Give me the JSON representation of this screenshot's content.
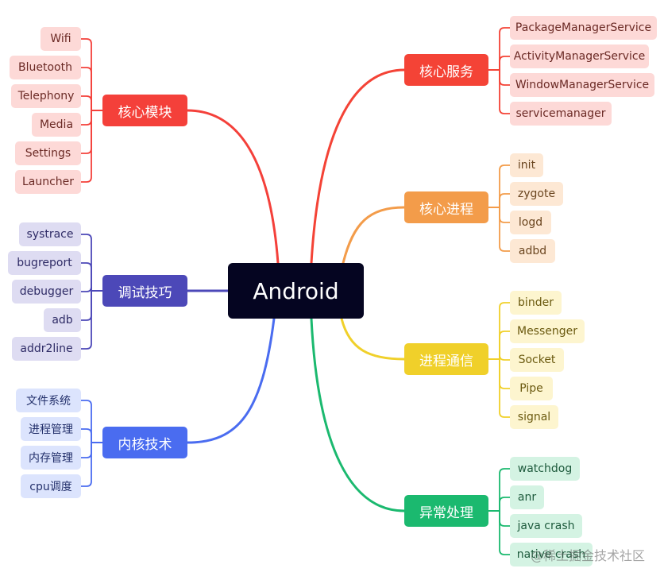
{
  "root": {
    "label": "Android"
  },
  "branches": [
    {
      "key": "core-services",
      "label": "核心服务",
      "color": "#f44336",
      "leaf_bg": "#fdd9d7",
      "leaf_text": "#6b2a25",
      "leaves": [
        "PackageManagerService",
        "ActivityManagerService",
        "WindowManagerService",
        "servicemanager"
      ]
    },
    {
      "key": "core-processes",
      "label": "核心进程",
      "color": "#f39c4a",
      "leaf_bg": "#fde8d4",
      "leaf_text": "#6b4620",
      "leaves": [
        "init",
        "zygote",
        "logd",
        "adbd"
      ]
    },
    {
      "key": "ipc",
      "label": "进程通信",
      "color": "#f0d02a",
      "leaf_bg": "#fdf5cf",
      "leaf_text": "#6b5a10",
      "leaves": [
        "binder",
        "Messenger",
        "Socket",
        "Pipe",
        "signal"
      ]
    },
    {
      "key": "exception-handling",
      "label": "异常处理",
      "color": "#1bb96f",
      "leaf_bg": "#d4f3e3",
      "leaf_text": "#1d5a3c",
      "leaves": [
        "watchdog",
        "anr",
        "java crash",
        "native crash"
      ]
    },
    {
      "key": "core-modules",
      "label": "核心模块",
      "color": "#f4403a",
      "leaf_bg": "#fdd9d7",
      "leaf_text": "#6b2a25",
      "leaves": [
        "Wifi",
        "Bluetooth",
        "Telephony",
        "Media",
        "Settings",
        "Launcher"
      ]
    },
    {
      "key": "debug-tips",
      "label": "调试技巧",
      "color": "#4c48b8",
      "leaf_bg": "#dedcf2",
      "leaf_text": "#2e2b66",
      "leaves": [
        "systrace",
        "bugreport",
        "debugger",
        "adb",
        "addr2line"
      ]
    },
    {
      "key": "kernel-tech",
      "label": "内核技术",
      "color": "#4a6cf0",
      "leaf_bg": "#dce4fd",
      "leaf_text": "#23306b",
      "leaves": [
        "文件系统",
        "进程管理",
        "内存管理",
        "cpu调度"
      ]
    }
  ],
  "watermark": "@稀土掘金技术社区"
}
